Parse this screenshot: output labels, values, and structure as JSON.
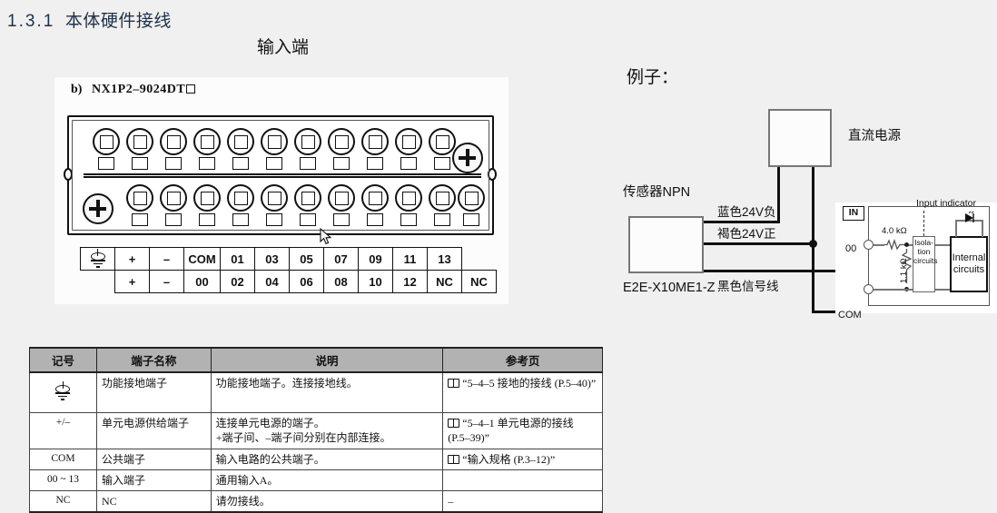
{
  "page": {
    "heading_number": "1.3.1",
    "heading_text": "本体硬件接线",
    "input_side_title": "输入端",
    "example_title": "例子："
  },
  "unit_figure": {
    "item_letter": "b)",
    "model": "NX1P2–9024DT",
    "model_suffix_box": "□",
    "terminal_rows": [
      {
        "cells": [
          "GND",
          "+",
          "–",
          "COM",
          "01",
          "03",
          "05",
          "07",
          "09",
          "11",
          "13"
        ]
      },
      {
        "cells": [
          "",
          "+",
          "–",
          "00",
          "02",
          "04",
          "06",
          "08",
          "10",
          "12",
          "NC",
          "NC"
        ]
      }
    ],
    "ground_symbol_name": "functional-ground-symbol"
  },
  "spec_table": {
    "headers": [
      "记号",
      "端子名称",
      "说明",
      "参考页"
    ],
    "rows": [
      {
        "symbol": "⏚",
        "symbol_is_glyph": true,
        "name": "功能接地端子",
        "description": "功能接地端子。连接接地线。",
        "reference": "“5–4–5 接地的接线 (P.5–40)”",
        "has_book_icon": true
      },
      {
        "symbol": "+/–",
        "symbol_is_glyph": false,
        "name": "单元电源供给端子",
        "description": "连接单元电源的端子。\n+端子间、–端子间分别在内部连接。",
        "reference": "“5–4–1 单元电源的接线 (P.5–39)”",
        "has_book_icon": true
      },
      {
        "symbol": "COM",
        "symbol_is_glyph": false,
        "name": "公共端子",
        "description": "输入电路的公共端子。",
        "reference": "“输入规格 (P.3–12)”",
        "has_book_icon": true
      },
      {
        "symbol": "00 ~ 13",
        "symbol_is_glyph": false,
        "name": "输入端子",
        "description": "通用输入A。",
        "reference": "",
        "has_book_icon": false
      },
      {
        "symbol": "NC",
        "symbol_is_glyph": false,
        "name": "NC",
        "description": "请勿接线。",
        "reference": "–",
        "has_book_icon": false
      }
    ]
  },
  "example_diagram": {
    "power_supply_label": "直流电源",
    "sensor_label": "传感器NPN",
    "sensor_model": "E2E-X10ME1-Z",
    "wires": [
      {
        "label": "蓝色24V负"
      },
      {
        "label": "褐色24V正"
      },
      {
        "label": "黑色信号线"
      }
    ],
    "circuit": {
      "in_badge": "IN",
      "terminal_00": "00",
      "terminal_com": "COM",
      "series_resistor": "4.0 kΩ",
      "shunt_resistor": "1.1 kΩ",
      "isolation_label": "Isola-\ntion\ncircuits",
      "isolation_line1": "Isola-",
      "isolation_line2": "tion",
      "isolation_line3": "circuits",
      "internal_line1": "Internal",
      "internal_line2": "circuits",
      "indicator_label": "Input indicator"
    }
  },
  "colors": {
    "background": "#f0f0f0",
    "heading": "#1f3048",
    "table_header": "#b2b2b2",
    "line": "#111111"
  }
}
